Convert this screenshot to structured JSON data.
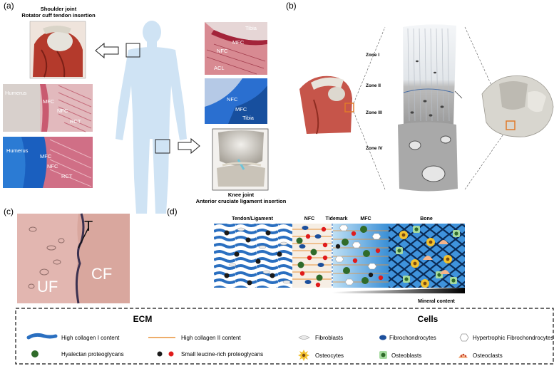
{
  "panels": {
    "a": {
      "label": "(a)",
      "shoulder_title_1": "Shoulder joint",
      "shoulder_title_2": "Rotator cuff tendon insertion",
      "knee_title_1": "Knee joint",
      "knee_title_2": "Anterior cruciate ligament insertion",
      "hist_left_top": [
        "Humerus",
        "MFC",
        "NFC",
        "RCT"
      ],
      "hist_left_bottom": [
        "Humerus",
        "MFC",
        "NFC",
        "RCT"
      ],
      "hist_right_top": [
        "Tibia",
        "MFC",
        "NFC",
        "ACL"
      ],
      "hist_right_bottom": [
        "NFC",
        "MFC",
        "Tibia"
      ]
    },
    "b": {
      "label": "(b)",
      "zones": [
        "Zone I",
        "Zone II",
        "Zone III",
        "Zone IV"
      ]
    },
    "c": {
      "label": "(c)",
      "tidemark": "T",
      "uncalcified": "UF",
      "calcified": "CF"
    },
    "d": {
      "label": "(d)",
      "headers": [
        "Tendon/Ligament",
        "NFC",
        "Tidemark",
        "MFC",
        "Bone"
      ],
      "mineral_label": "Mineral content"
    }
  },
  "legend": {
    "ecm_title": "ECM",
    "cells_title": "Cells",
    "ecm_items": [
      "High collagen I content",
      "High collagen II content",
      "Hyalectan proteoglycans",
      "Small leucine-rich proteoglycans"
    ],
    "cell_items": [
      "Fibroblasts",
      "Fibrochondrocytes",
      "Hypertrophic Fibrochondrocytes",
      "Osteocytes",
      "Osteoblasts",
      "Osteoclasts"
    ]
  },
  "colors": {
    "collagen1": "#2a6fc0",
    "collagen2": "#e8923a",
    "hyalectan": "#2f6b2a",
    "slrp_black": "#1a1a1a",
    "slrp_red": "#e01b1b",
    "fibrochondrocyte": "#1c4f9c",
    "bone_bg": "#3a8fd6",
    "histo_pink": "#d8a7a8"
  }
}
